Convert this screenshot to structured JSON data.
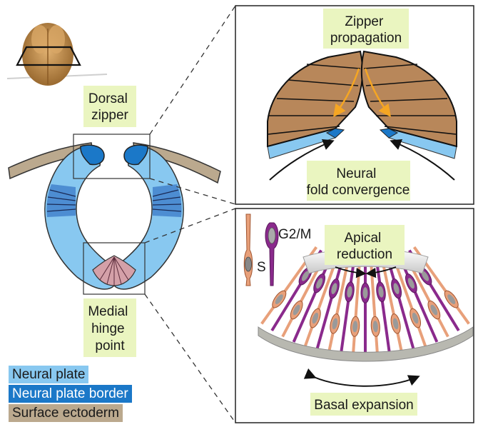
{
  "labels": {
    "dorsal_zipper": [
      "Dorsal",
      "zipper"
    ],
    "medial_hinge": [
      "Medial",
      "hinge",
      "point"
    ],
    "zipper_propagation": [
      "Zipper",
      "propagation"
    ],
    "fold_convergence": [
      "Neural",
      "fold convergence"
    ],
    "apical_reduction": [
      "Apical",
      "reduction"
    ],
    "basal_expansion": "Basal expansion",
    "phase_s": "S",
    "phase_g2m": "G2/M"
  },
  "legend": [
    {
      "label": "Neural plate",
      "color": "#88c8f0",
      "text_color": "#1a1a1a"
    },
    {
      "label": "Neural plate border",
      "color": "#1b78c8",
      "text_color": "#ffffff"
    },
    {
      "label": "Surface ectoderm",
      "color": "#bba98e",
      "text_color": "#1a1a1a"
    }
  ],
  "colors": {
    "neural_plate": "#88c8f0",
    "neural_plate_border": "#1b78c8",
    "surface_ectoderm": "#bba98e",
    "hinge": "#d4a0a8",
    "dorsal_tissue": "#b8875a",
    "arrow_orange": "#f5a623",
    "label_bg": "#eaf5c0",
    "s_cell": "#e8a07a",
    "g2m_cell": "#8a2a8c"
  }
}
